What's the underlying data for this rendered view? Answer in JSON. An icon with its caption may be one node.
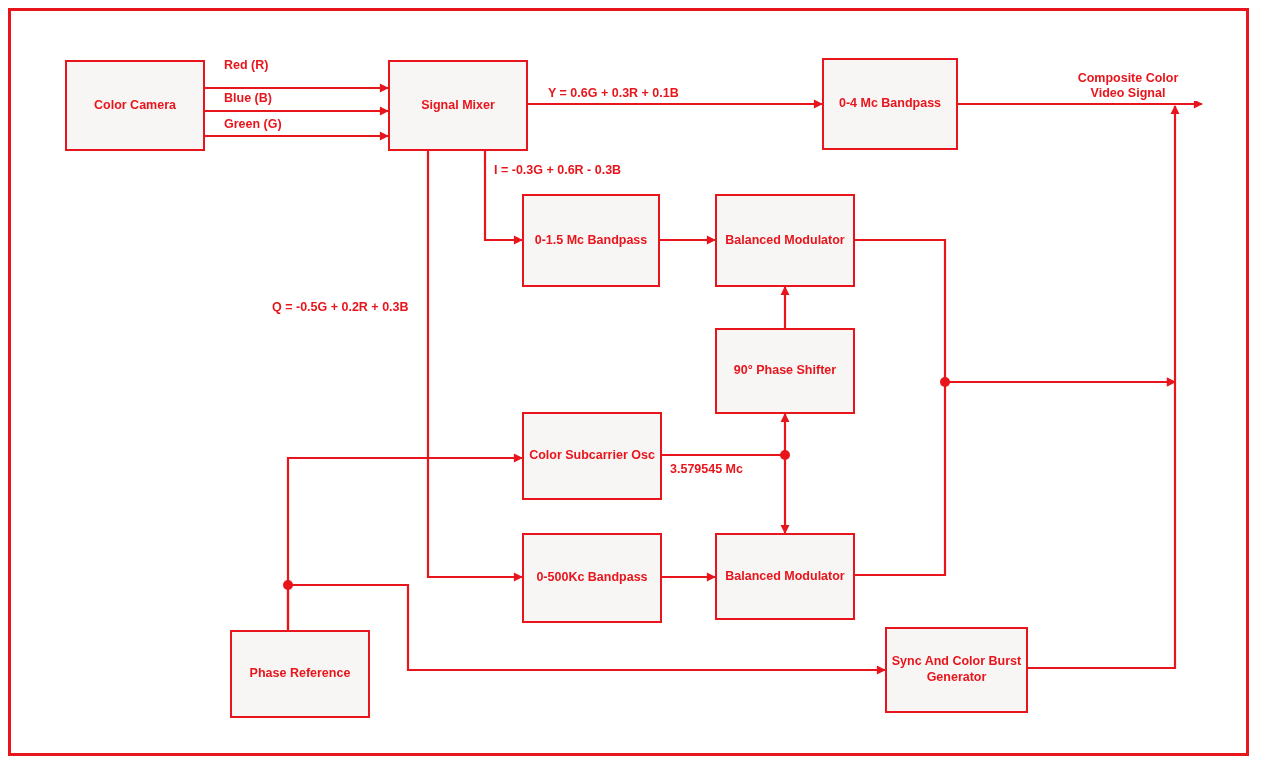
{
  "diagram": {
    "nodes": [
      {
        "text": [
          "Color Camera"
        ]
      },
      {
        "text": [
          "Signal Mixer"
        ]
      },
      {
        "text": [
          "0-4 Mc Bandpass"
        ]
      },
      {
        "text": [
          "0-1.5 Mc Bandpass"
        ]
      },
      {
        "text": [
          "Balanced Modulator"
        ]
      },
      {
        "text": [
          "90° Phase Shifter"
        ]
      },
      {
        "text": [
          "Color Subcarrier Osc"
        ]
      },
      {
        "text": [
          "0-500Kc Bandpass"
        ]
      },
      {
        "text": [
          "Balanced Modulator"
        ]
      },
      {
        "text": [
          "Phase Reference"
        ]
      },
      {
        "text": [
          "Sync And Color Burst Generator"
        ]
      }
    ],
    "edges": [
      {
        "from": 0,
        "to": 1,
        "arrow": "to",
        "label": "Red (R)"
      },
      {
        "from": 0,
        "to": 1,
        "arrow": "to",
        "label": "Blue (B)"
      },
      {
        "from": 0,
        "to": 1,
        "arrow": "to",
        "label": "Green (G)"
      },
      {
        "from": 1,
        "to": 2,
        "arrow": "to",
        "label": "Y = 0.6G + 0.3R + 0.1B"
      },
      {
        "from": 2,
        "to": null,
        "arrow": "to",
        "label": "Composite Color Video Signal"
      },
      {
        "from": 1,
        "to": 3,
        "arrow": "to",
        "label": "I = -0.3G + 0.6R - 0.3B"
      },
      {
        "from": 1,
        "to": 7,
        "arrow": "to",
        "label": "Q = -0.5G + 0.2R + 0.3B"
      },
      {
        "from": 3,
        "to": 4,
        "arrow": "to"
      },
      {
        "from": 7,
        "to": 8,
        "arrow": "to"
      },
      {
        "from": 5,
        "to": 4,
        "arrow": "to"
      },
      {
        "from": 6,
        "to": 5,
        "arrow": "to",
        "label": "3.579545 Mc"
      },
      {
        "from": 6,
        "to": 8,
        "arrow": "to"
      },
      {
        "from": 4,
        "to": null,
        "arrow": "to"
      },
      {
        "from": 8,
        "to": null,
        "arrow": "to"
      },
      {
        "from": 10,
        "to": null,
        "arrow": "to"
      },
      {
        "from": 9,
        "to": 6,
        "arrow": "to"
      },
      {
        "from": 9,
        "to": 10,
        "arrow": "to"
      }
    ]
  }
}
